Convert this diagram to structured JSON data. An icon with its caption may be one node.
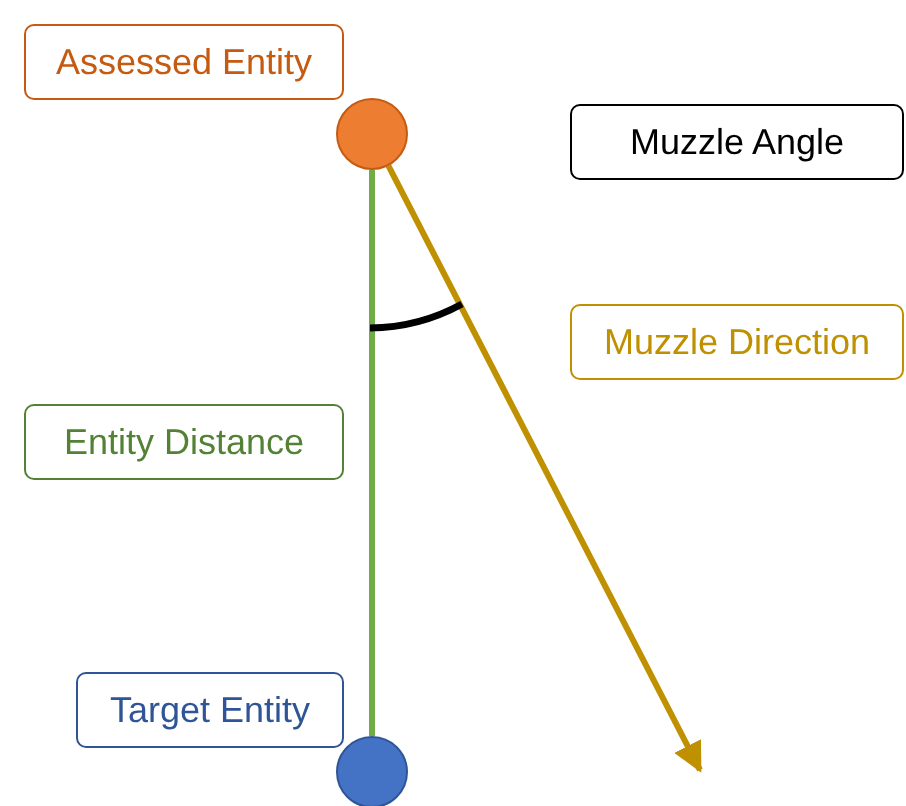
{
  "diagram": {
    "nodes": [
      {
        "text": [
          "Assessed Entity"
        ]
      },
      {
        "text": [
          "Muzzle Angle"
        ]
      },
      {
        "text": [
          "Muzzle Direction"
        ]
      },
      {
        "text": [
          "Entity Distance"
        ]
      },
      {
        "text": [
          "Target Entity"
        ]
      },
      {
        "text": [],
        "shape": "circle"
      },
      {
        "text": [],
        "shape": "circle"
      }
    ],
    "edges": [
      {
        "from": 5,
        "to": 6,
        "arrow": "none",
        "color": "#70ad47"
      },
      {
        "from": 5,
        "to": null,
        "arrow": "to",
        "color": "#bf9000"
      }
    ]
  }
}
